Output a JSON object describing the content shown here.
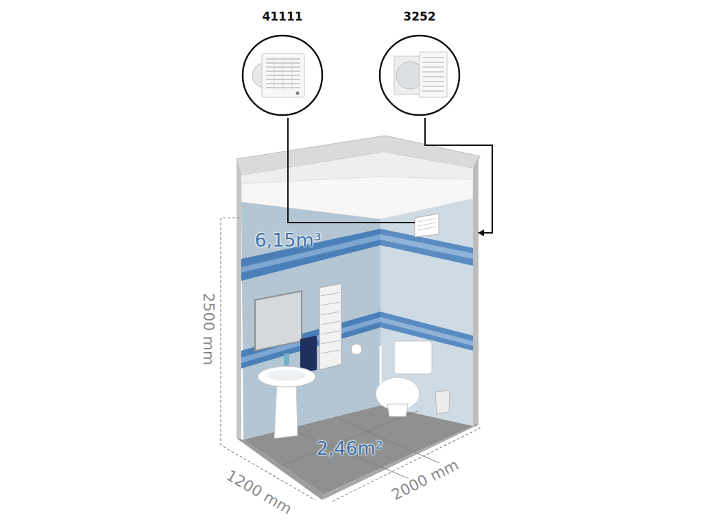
{
  "diagram": {
    "nodes": [
      {
        "text": [
          "41111"
        ]
      },
      {
        "text": [
          "3252"
        ]
      }
    ],
    "labels": [
      "6,15m³",
      "2,46m²",
      "2500 mm",
      "1200 mm",
      "2000 mm"
    ]
  }
}
